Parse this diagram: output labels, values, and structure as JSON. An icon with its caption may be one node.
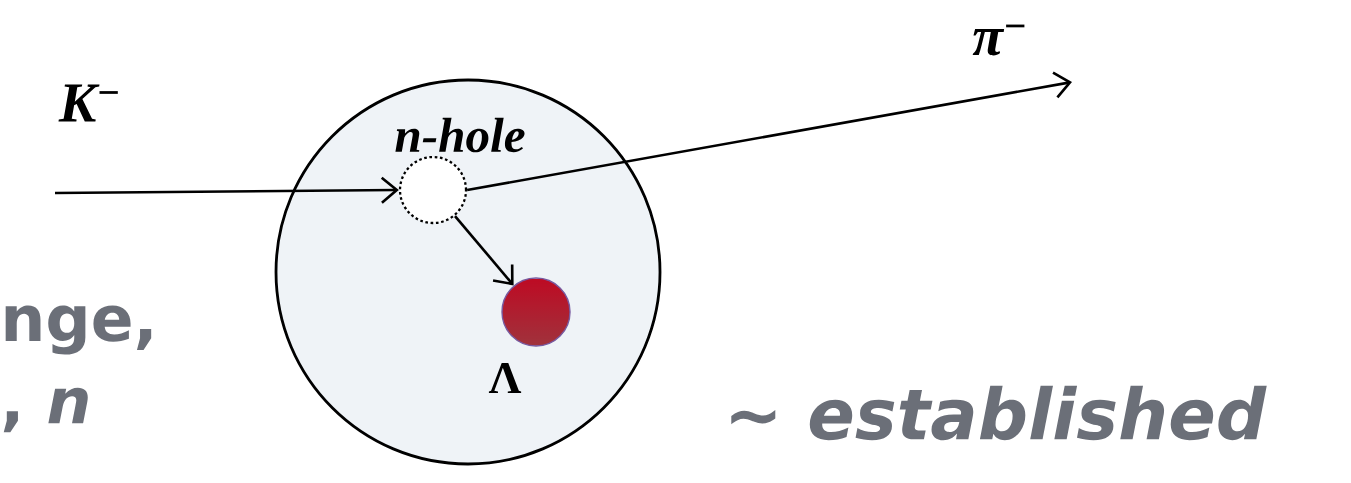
{
  "diagram": {
    "nodes": [
      {
        "text": [],
        "shape": "circle"
      },
      {
        "text": [
          "n-hole"
        ],
        "in": 0
      },
      {
        "text": [
          "Λ"
        ],
        "in": 0
      }
    ],
    "edges": [
      {
        "from": null,
        "to": 1,
        "arrow": "to",
        "label": "K$^{−}$"
      },
      {
        "from": 1,
        "to": null,
        "arrow": "to",
        "label": "π$^{−}$"
      },
      {
        "from": 1,
        "to": 2,
        "arrow": "to"
      }
    ],
    "labels": [
      "nge,",
      ", *n*",
      "~ established"
    ]
  }
}
